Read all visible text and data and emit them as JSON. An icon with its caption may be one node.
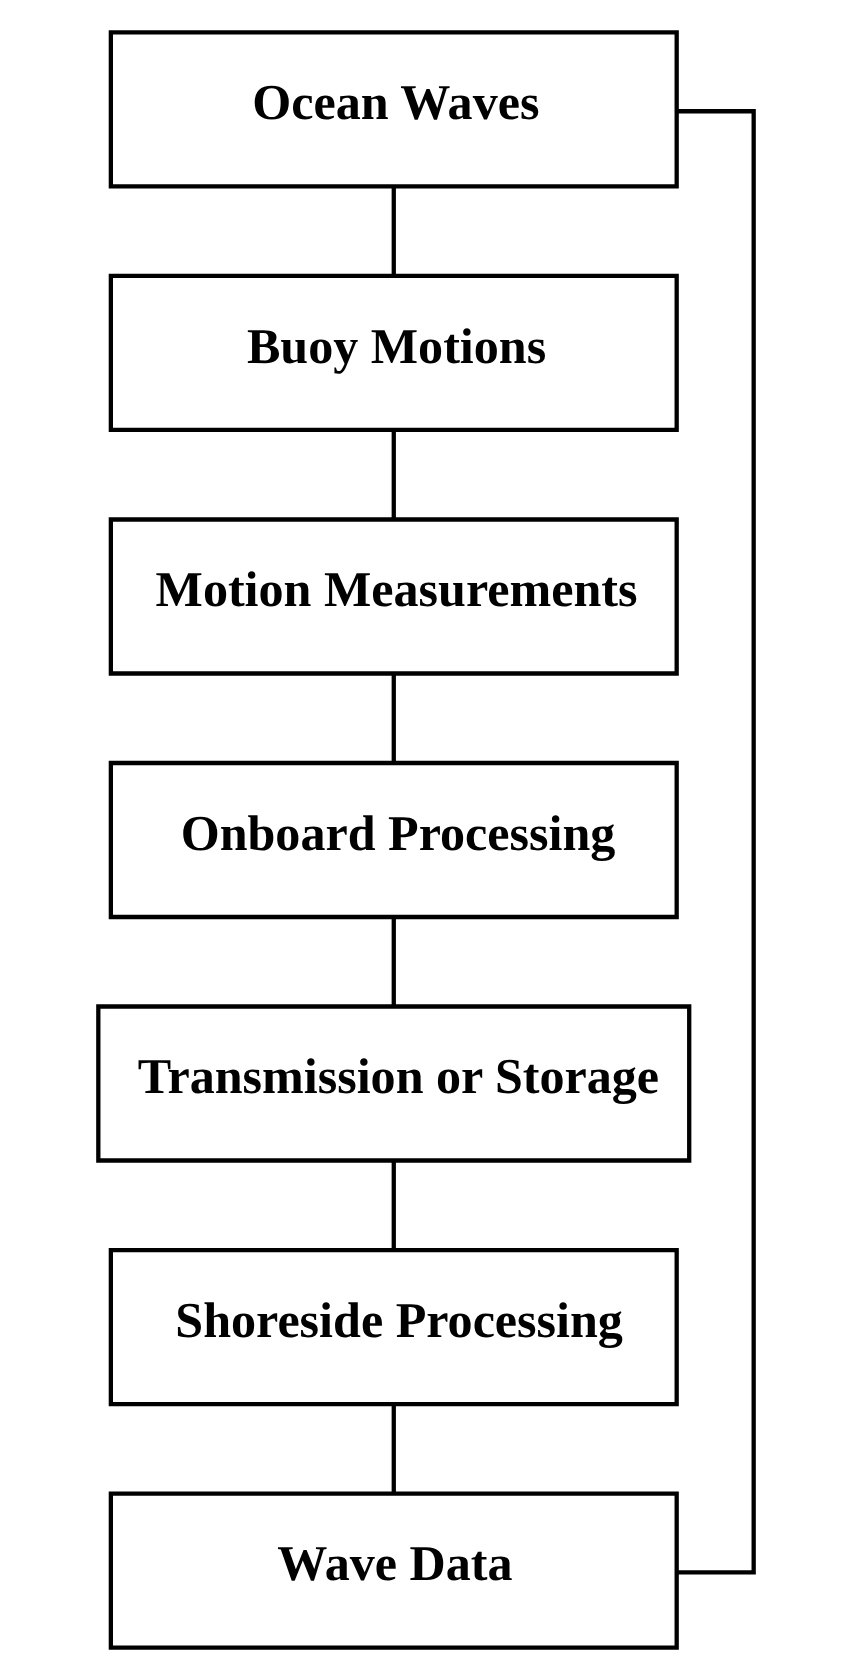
{
  "diagram": {
    "nodes": [
      {
        "text": [
          "Ocean Waves"
        ]
      },
      {
        "text": [
          "Buoy Motions"
        ]
      },
      {
        "text": [
          "Motion Measurements"
        ]
      },
      {
        "text": [
          "Onboard Processing"
        ]
      },
      {
        "text": [
          "Transmission or Storage"
        ]
      },
      {
        "text": [
          "Shoreside Processing"
        ]
      },
      {
        "text": [
          "Wave Data"
        ]
      }
    ],
    "edges": [
      {
        "from": 0,
        "to": 1,
        "arrow": "none"
      },
      {
        "from": 1,
        "to": 2,
        "arrow": "none"
      },
      {
        "from": 2,
        "to": 3,
        "arrow": "none"
      },
      {
        "from": 3,
        "to": 4,
        "arrow": "none"
      },
      {
        "from": 4,
        "to": 5,
        "arrow": "none"
      },
      {
        "from": 5,
        "to": 6,
        "arrow": "none"
      },
      {
        "from": 0,
        "to": 6,
        "arrow": "none"
      }
    ]
  }
}
